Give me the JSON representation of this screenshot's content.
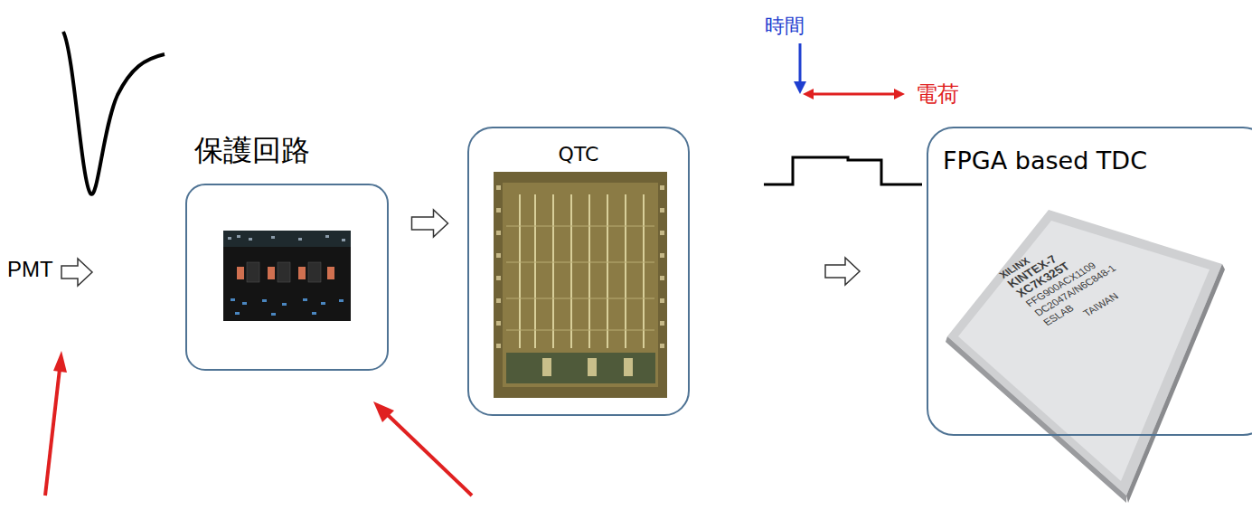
{
  "diagram": {
    "nodes": [
      {
        "text": [
          "保護回路"
        ]
      },
      {
        "text": [
          "QTC"
        ]
      },
      {
        "text": [
          "FPGA based TDC"
        ]
      }
    ],
    "edges": [
      {
        "from": 0,
        "to": 1,
        "arrow": "to"
      },
      {
        "from": 1,
        "to": 2,
        "arrow": "to"
      }
    ],
    "labels": [
      "PMT",
      "時間",
      "電荷",
      "XILINX",
      "KINTEX-7",
      "XC7K325T",
      "FFG900ACX1109",
      "DC2047A/N6C848-1",
      "ESLAB",
      "TAIWAN"
    ]
  }
}
